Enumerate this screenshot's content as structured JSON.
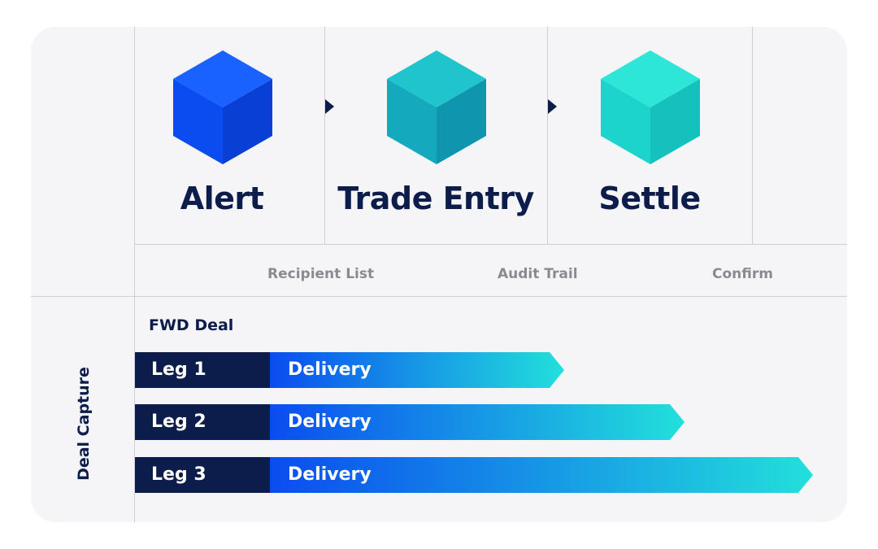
{
  "stages": [
    {
      "label": "Alert",
      "color_light": "#1a62ff",
      "color_mid": "#0b4cf0",
      "color_dark": "#0a3fd6"
    },
    {
      "label": "Trade Entry",
      "color_light": "#1fc4cc",
      "color_mid": "#14a9bd",
      "color_dark": "#0f95ad"
    },
    {
      "label": "Settle",
      "color_light": "#2ee6d8",
      "color_mid": "#1dd4cc",
      "color_dark": "#15c1bd"
    }
  ],
  "sub_labels": [
    "Recipient List",
    "Audit Trail",
    "Confirm"
  ],
  "deal_title": "FWD Deal",
  "row_label": "Deal Capture",
  "legs": [
    {
      "name": "Leg 1",
      "activity": "Delivery"
    },
    {
      "name": "Leg 2",
      "activity": "Delivery"
    },
    {
      "name": "Leg 3",
      "activity": "Delivery"
    }
  ],
  "colors": {
    "navy": "#0c1c4b",
    "gradient_start": "#0b4cf0",
    "gradient_end": "#22e0db"
  }
}
